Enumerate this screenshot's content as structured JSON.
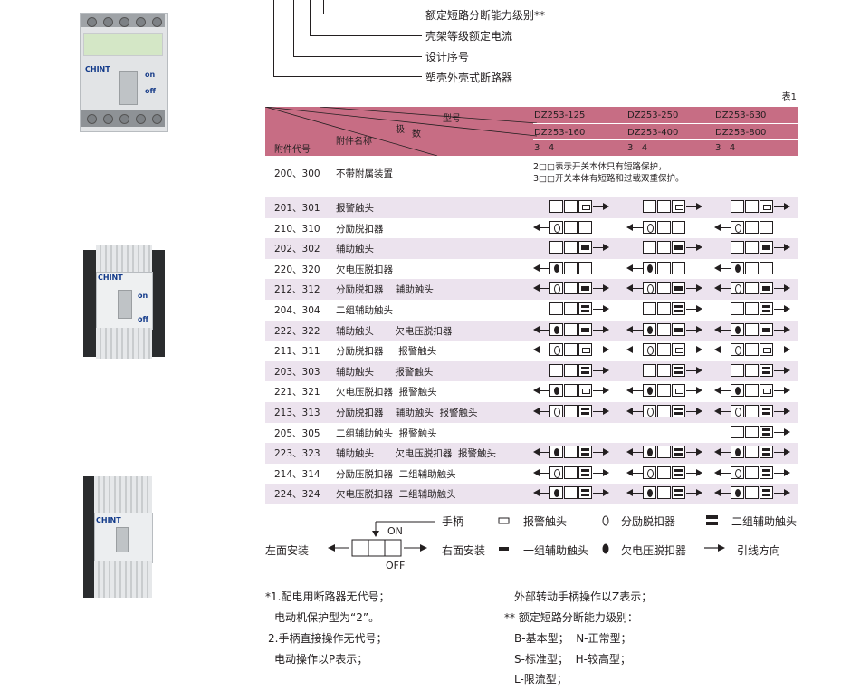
{
  "tree": {
    "items": [
      "额定短路分断能力级别**",
      "壳架等级额定电流",
      "设计序号",
      "塑壳外壳式断路器"
    ]
  },
  "table": {
    "tag": "表1",
    "header": {
      "model_label": "型号",
      "poles_label1": "极",
      "poles_label2": "数",
      "accessory_label": "附件名称",
      "code_label": "附件代号",
      "models": [
        {
          "top": "DZ253-125",
          "bottom": "DZ253-160",
          "poles": "3   4"
        },
        {
          "top": "DZ253-250",
          "bottom": "DZ253-400",
          "poles": "3   4"
        },
        {
          "top": "DZ253-630",
          "bottom": "DZ253-800",
          "poles": "3   4"
        }
      ]
    },
    "first_row": {
      "code": "200、300",
      "name": "不带附属装置",
      "desc1": "2□□表示开关本体只有短路保护，",
      "desc2": "3□□开关本体有短路和过载双重保护。"
    },
    "rows": [
      {
        "code": "201、301",
        "name": "报警触头"
      },
      {
        "code": "210、310",
        "name": "分励脱扣器"
      },
      {
        "code": "202、302",
        "name": "辅助触头"
      },
      {
        "code": "220、320",
        "name": "欠电压脱扣器"
      },
      {
        "code": "212、312",
        "name": "分励脱扣器    辅助触头"
      },
      {
        "code": "204、304",
        "name": "二组辅助触头"
      },
      {
        "code": "222、322",
        "name": "辅助触头       欠电压脱扣器"
      },
      {
        "code": "211、311",
        "name": "分励脱扣器     报警触头"
      },
      {
        "code": "203、303",
        "name": "辅助触头       报警触头"
      },
      {
        "code": "221、321",
        "name": "欠电压脱扣器  报警触头"
      },
      {
        "code": "213、313",
        "name": "分励脱扣器    辅助触头  报警触头"
      },
      {
        "code": "205、305",
        "name": "二组辅助触头  报警触头"
      },
      {
        "code": "223、323",
        "name": "辅助触头       欠电压脱扣器  报警触头"
      },
      {
        "code": "214、314",
        "name": "分励压脱扣器  二组辅助触头"
      },
      {
        "code": "224、324",
        "name": "欠电压脱扣器  二组辅助触头"
      }
    ]
  },
  "legend": {
    "handle": "手柄",
    "on": "ON",
    "off": "OFF",
    "left_install": "左面安装",
    "right_install": "右面安装",
    "alarm": "报警触头",
    "shunt": "分励脱扣器",
    "aux2": "二组辅助触头",
    "aux1": "一组辅助触头",
    "under": "欠电压脱扣器",
    "direction": "引线方向"
  },
  "notes": {
    "left": [
      "*1.配电用断路器无代号；",
      "电动机保护型为“2”。",
      "2.手柄直接操作无代号；",
      "电动操作以P表示；"
    ],
    "right": [
      "外部转动手柄操作以Z表示；",
      "** 额定短路分断能力级别：",
      "B-基本型；  N-正常型；",
      "S-标准型；  H-较高型；",
      "L-限流型；"
    ]
  },
  "photos": {
    "brand": "CHINT",
    "on": "on",
    "off": "off"
  }
}
